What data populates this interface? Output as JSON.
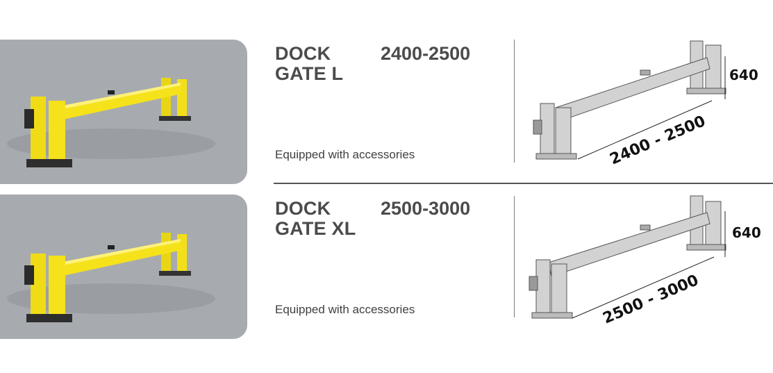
{
  "products": [
    {
      "name_line1": "DOCK",
      "name_line2": "GATE L",
      "size": "2400-2500",
      "note": "Equipped with accessories",
      "dim_height": "640",
      "dim_length": "2400 - 2500"
    },
    {
      "name_line1": "DOCK",
      "name_line2": "GATE XL",
      "size": "2500-3000",
      "note": "Equipped with accessories",
      "dim_height": "640",
      "dim_length": "2500 - 3000"
    }
  ],
  "colors": {
    "photo_bg": "#a7abb0",
    "gate_yellow": "#f5e21b",
    "drawing_gray": "#c9c9c9"
  }
}
